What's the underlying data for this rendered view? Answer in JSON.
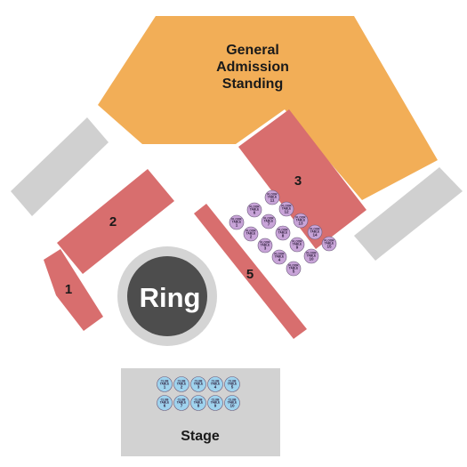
{
  "colors": {
    "ga": "#f2ae57",
    "section": "#d86e6e",
    "gray_block": "#d0d0d0",
    "ring_outer": "#d4d4d4",
    "ring_inner": "#4d4d4d",
    "stage": "#d2d2d2",
    "floor_table": "#c8a4d8",
    "vip_table": "#9fd3ee"
  },
  "ga": {
    "line1": "General",
    "line2": "Admission",
    "line3": "Standing"
  },
  "sections": [
    {
      "id": "1",
      "label": "1"
    },
    {
      "id": "2",
      "label": "2"
    },
    {
      "id": "3",
      "label": "3"
    },
    {
      "id": "5",
      "label": "5"
    }
  ],
  "ring": {
    "label": "Ring"
  },
  "stage": {
    "label": "Stage"
  },
  "floor_tables": {
    "line1": "FLOOR",
    "line2": "TABLE",
    "numbers": [
      "1",
      "2",
      "3",
      "4",
      "5",
      "6",
      "7",
      "8",
      "9",
      "10",
      "11",
      "12",
      "13",
      "14",
      "15"
    ]
  },
  "vip_tables": {
    "line1": "CLUB",
    "line2": "TABLE",
    "numbers": [
      "1",
      "2",
      "3",
      "4",
      "5",
      "6",
      "7",
      "8",
      "9",
      "10"
    ]
  }
}
